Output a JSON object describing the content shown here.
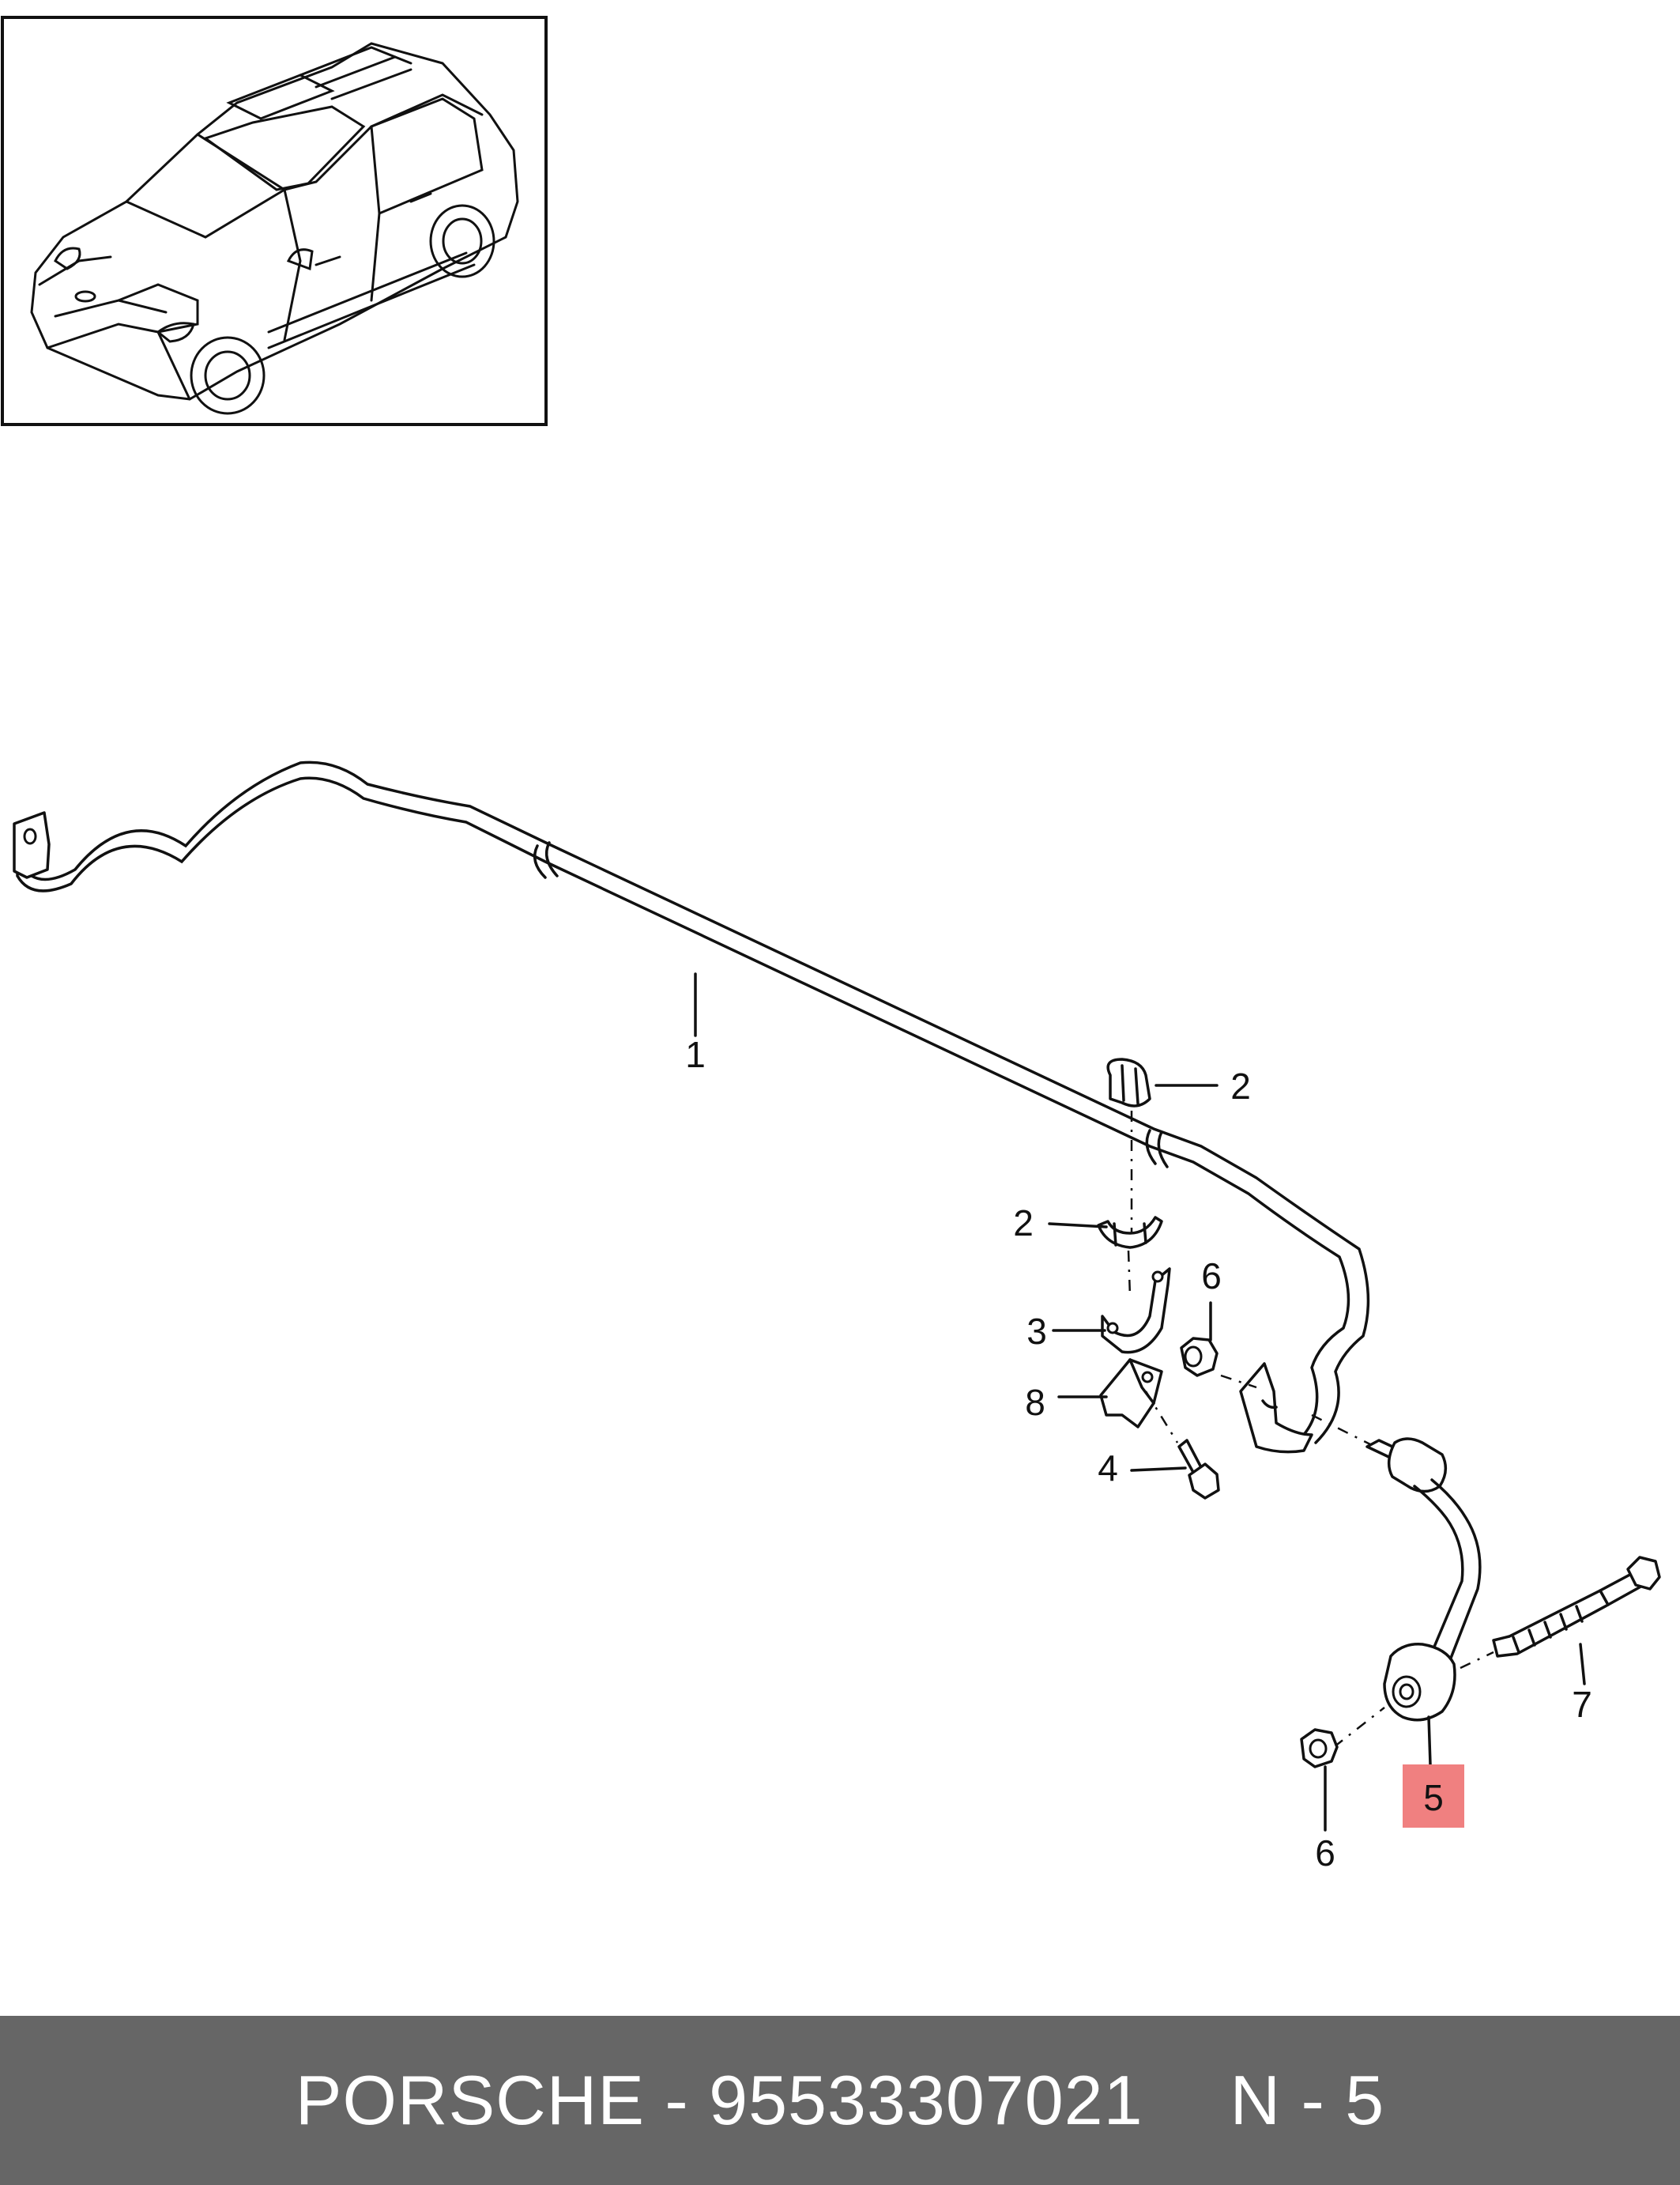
{
  "callouts": {
    "c1": "1",
    "c2a": "2",
    "c2b": "2",
    "c3": "3",
    "c4": "4",
    "c5": "5",
    "c6a": "6",
    "c6b": "6",
    "c7": "7",
    "c8": "8"
  },
  "highlight_color": "#f08080",
  "footer": {
    "brand": "PORSCHE",
    "separator": "-",
    "part_number": "95533307021",
    "position_label": "N - 5"
  },
  "footer_color": "#666666"
}
